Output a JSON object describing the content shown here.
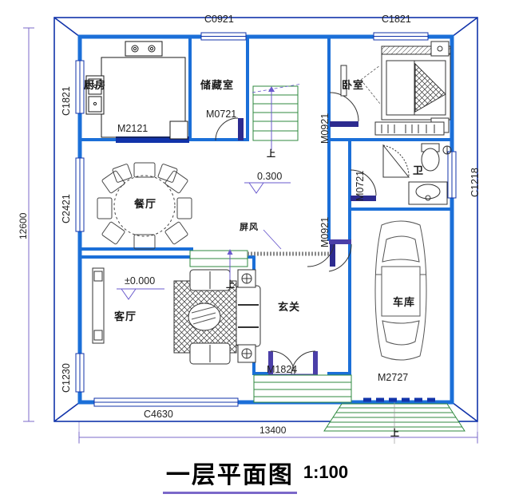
{
  "drawing": {
    "title_main": "一层平面图",
    "title_scale": "1:100",
    "type": "architectural-floor-plan"
  },
  "dimensions": {
    "overall_width": "13400",
    "overall_height": "12600"
  },
  "elevations": [
    {
      "value": "±0.000",
      "location": "living-room"
    },
    {
      "value": "0.300",
      "location": "hallway-stair-landing"
    }
  ],
  "rooms": [
    {
      "name": "厨房",
      "id": "kitchen"
    },
    {
      "name": "储藏室",
      "id": "storage"
    },
    {
      "name": "卧室",
      "id": "bedroom"
    },
    {
      "name": "餐厅",
      "id": "dining"
    },
    {
      "name": "卫",
      "id": "bathroom"
    },
    {
      "name": "客厅",
      "id": "living"
    },
    {
      "name": "玄关",
      "id": "foyer"
    },
    {
      "name": "车库",
      "id": "garage"
    }
  ],
  "annotations": [
    {
      "text": "屏风",
      "id": "screen-partition"
    }
  ],
  "stair_markers": [
    {
      "text": "上",
      "id": "interior-stair-up"
    },
    {
      "text": "上",
      "id": "living-stair-up"
    },
    {
      "text": "上",
      "id": "entry-step-up"
    },
    {
      "text": "上",
      "id": "garage-ramp-up"
    }
  ],
  "windows": [
    {
      "code": "C0921",
      "side": "top"
    },
    {
      "code": "C1821",
      "side": "top-right"
    },
    {
      "code": "C1821",
      "side": "left-top"
    },
    {
      "code": "C2421",
      "side": "left-middle"
    },
    {
      "code": "C1230",
      "side": "left-bottom"
    },
    {
      "code": "C4630",
      "side": "bottom"
    },
    {
      "code": "C1218",
      "side": "right"
    }
  ],
  "doors": [
    {
      "code": "M2121",
      "id": "kitchen-door"
    },
    {
      "code": "M0721",
      "id": "storage-door"
    },
    {
      "code": "M0921",
      "id": "bedroom-door"
    },
    {
      "code": "M0921",
      "id": "corridor-door"
    },
    {
      "code": "M0721",
      "id": "bathroom-door"
    },
    {
      "code": "M1824",
      "id": "entry-door"
    },
    {
      "code": "M2727",
      "id": "garage-door"
    }
  ],
  "colors": {
    "wall": "#1b6fd8",
    "wall_dark": "#1133aa",
    "dimension": "#7b68c9",
    "furniture": "#1a1a1a",
    "stair_green": "#2f8a3f",
    "accent_purple": "#6a5acd"
  }
}
